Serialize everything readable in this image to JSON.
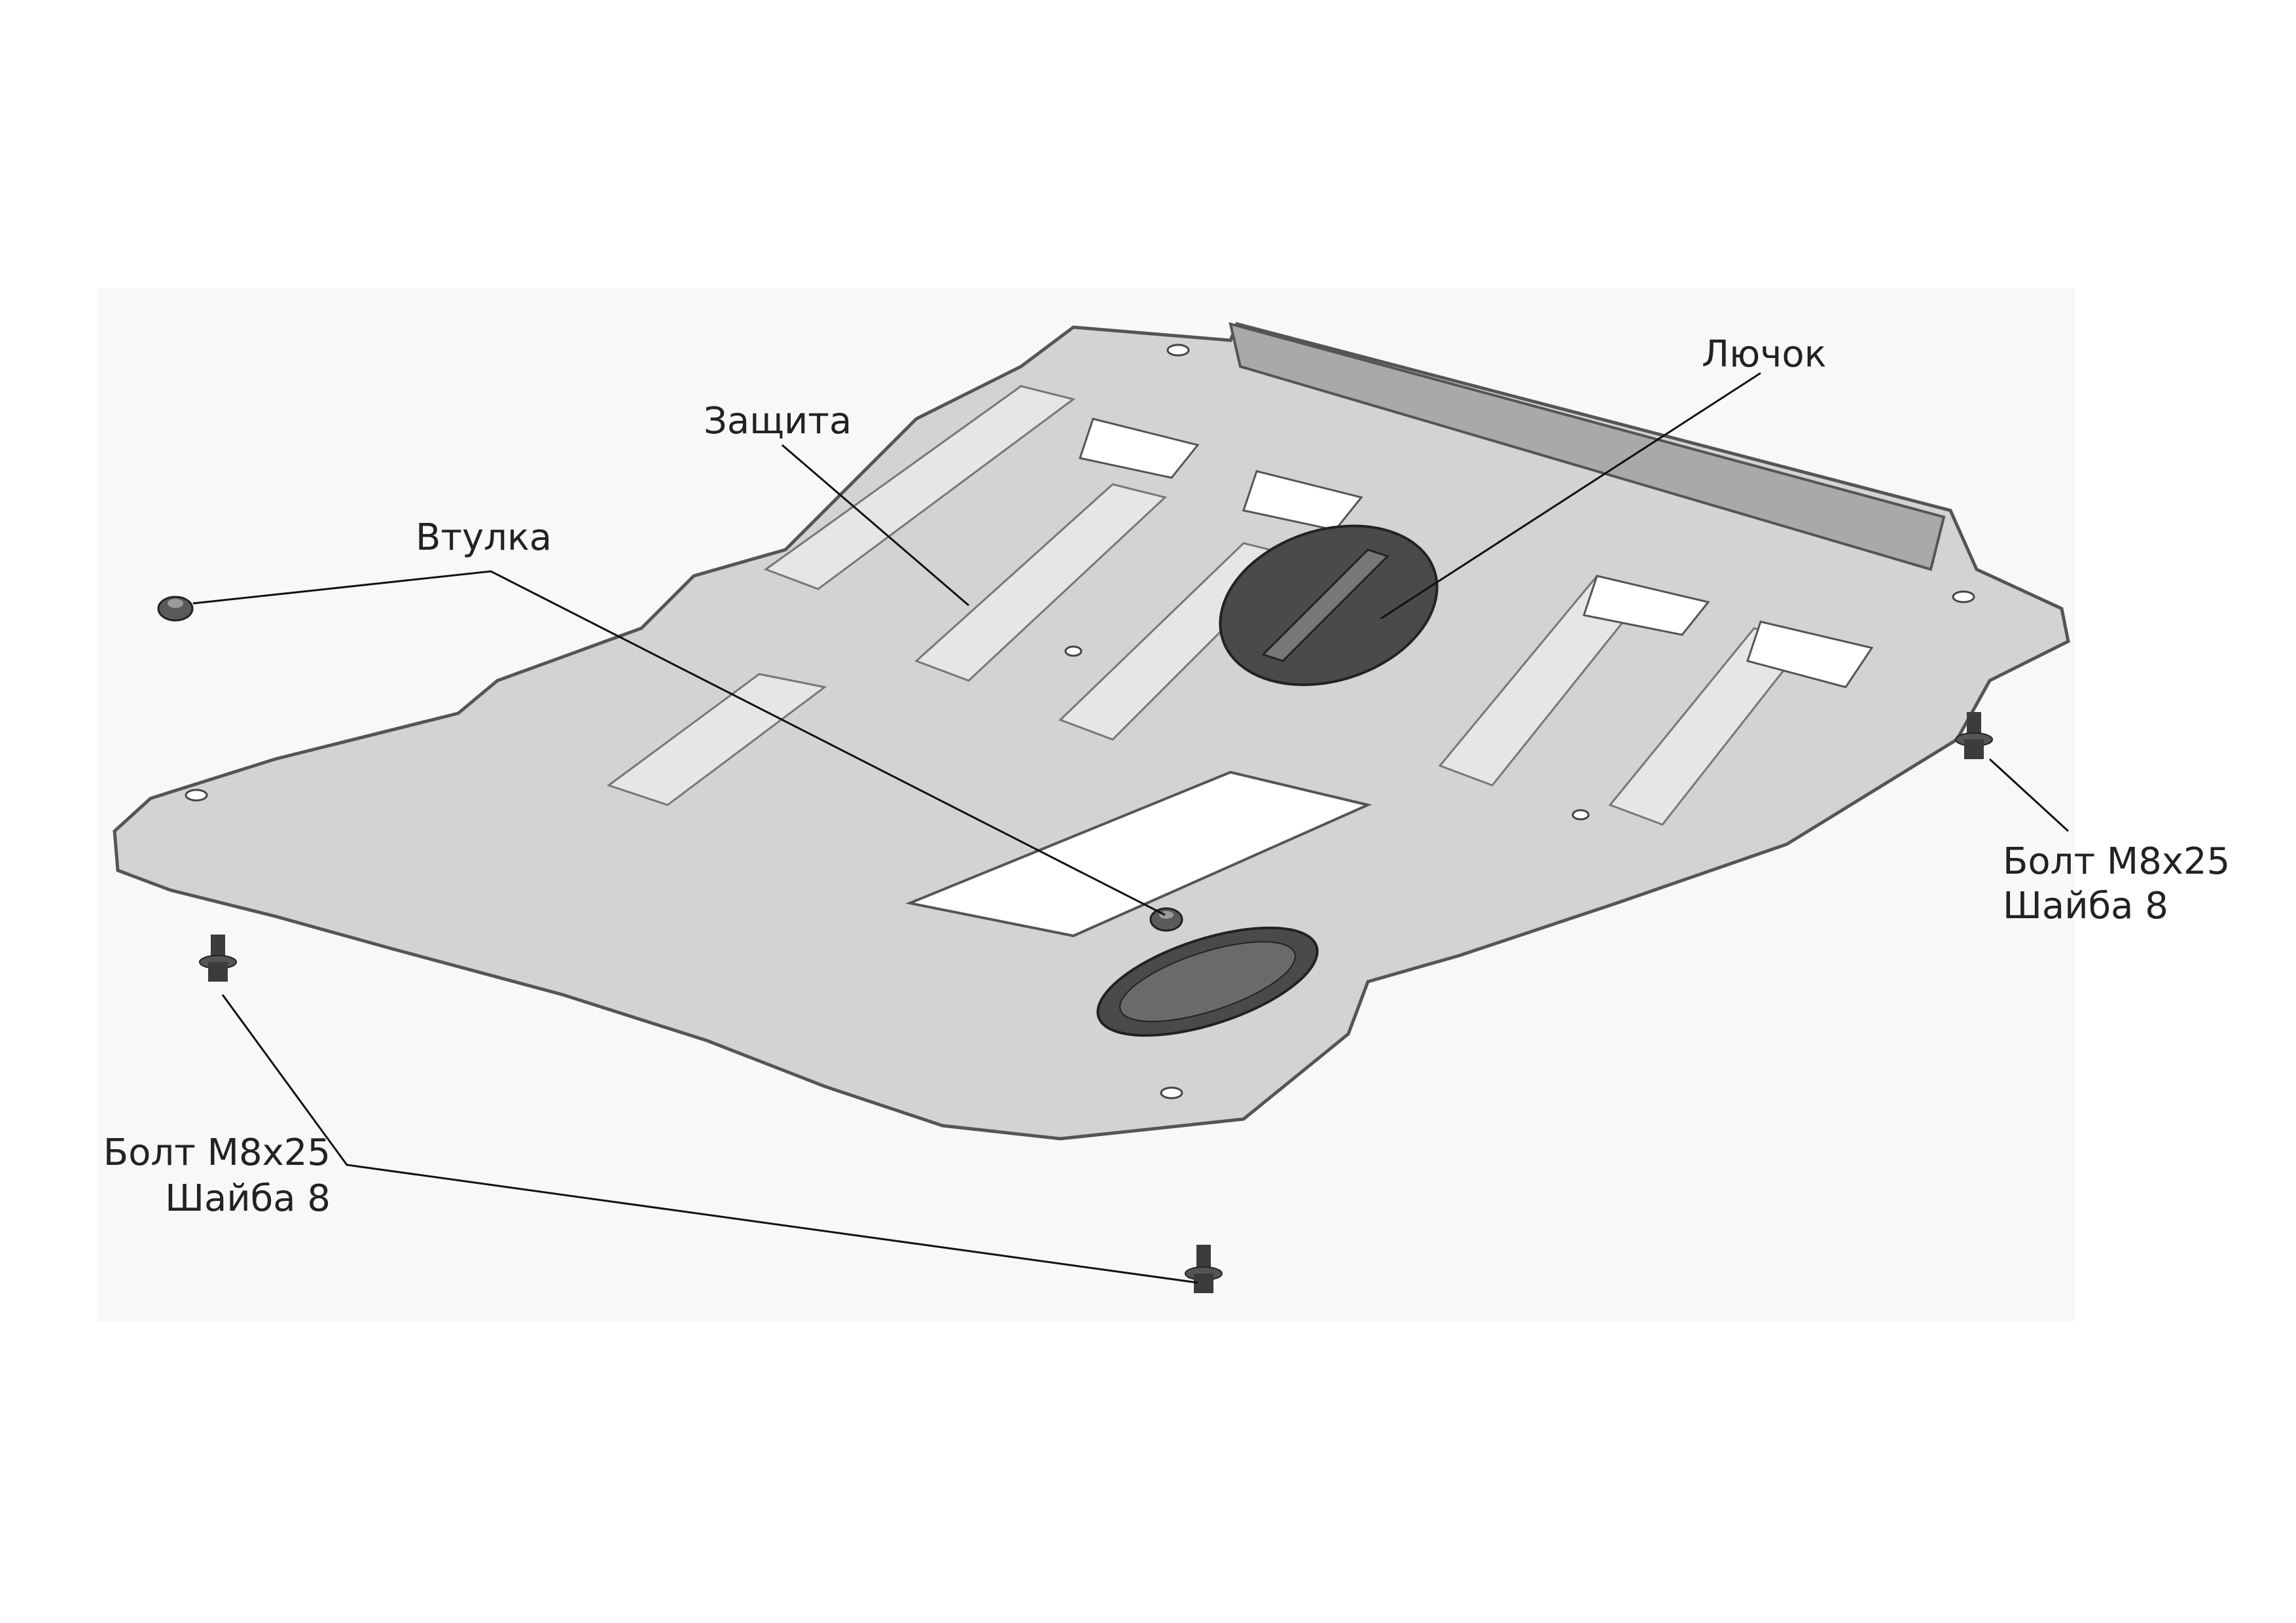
{
  "labels": {
    "zashchita": "Защита",
    "vtulka": "Втулка",
    "lyuchok": "Лючок",
    "bolt_right_line1": "Болт М8х25",
    "bolt_right_line2": "Шайба 8",
    "bolt_left_line1": "Болт М8х25",
    "bolt_left_line2": "Шайба 8"
  },
  "colors": {
    "background": "#ffffff",
    "backdrop": "#f7f7f7",
    "plate": "#d3d3d3",
    "plate_edge": "#555555",
    "cover": "#4a4a4a",
    "opening": "#ffffff",
    "hardware": "#3c3c3c"
  }
}
